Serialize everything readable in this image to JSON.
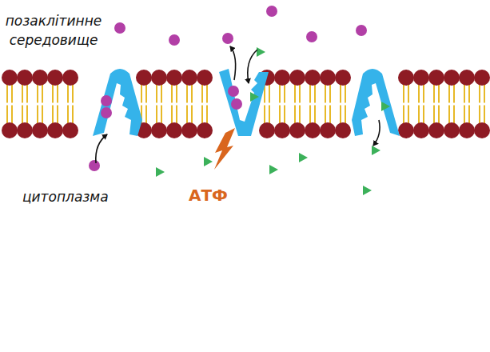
{
  "diagram": {
    "labels": [
      "позаклітинне середовище",
      "цитоплазма",
      "АТФ"
    ]
  }
}
